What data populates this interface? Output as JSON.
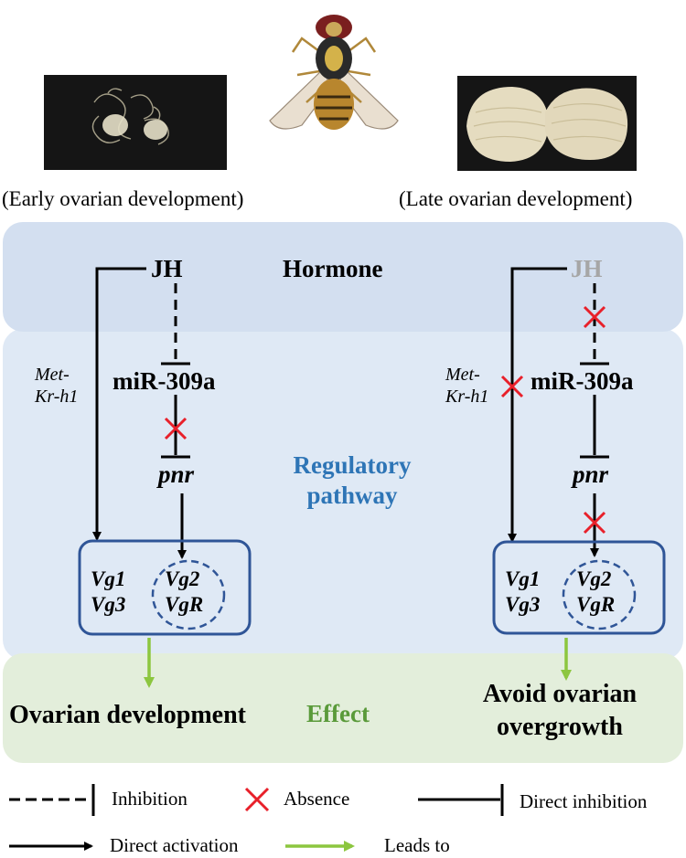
{
  "captions": {
    "left": "(Early ovarian development)",
    "right": "(Late ovarian development)"
  },
  "bands": {
    "hormone": "Hormone",
    "pathway_line1": "Regulatory",
    "pathway_line2": "pathway",
    "effect": "Effect"
  },
  "left": {
    "jh": "JH",
    "mir": "miR-309a",
    "pnr": "pnr",
    "met_line1": "Met-",
    "met_line2": "Kr-h1",
    "genes": {
      "a": "Vg1",
      "b": "Vg3",
      "c": "Vg2",
      "d": "VgR"
    },
    "outcome": "Ovarian development"
  },
  "right": {
    "jh": "JH",
    "mir": "miR-309a",
    "pnr": "pnr",
    "met_line1": "Met-",
    "met_line2": "Kr-h1",
    "genes": {
      "a": "Vg1",
      "b": "Vg3",
      "c": "Vg2",
      "d": "VgR"
    },
    "outcome_line1": "Avoid ovarian",
    "outcome_line2": "overgrowth"
  },
  "legend": {
    "inhibition": "Inhibition",
    "absence": "Absence",
    "direct_inhibition": "Direct inhibition",
    "direct_activation": "Direct activation",
    "leads_to": "Leads to"
  },
  "colors": {
    "absence_mark": "#e8202a",
    "leads_to_arrow": "#8cc63f",
    "box_border": "#2f5597",
    "faded_jh": "#a6a6a6",
    "pathway_text": "#2e75b6",
    "effect_text": "#5a9a3a"
  }
}
